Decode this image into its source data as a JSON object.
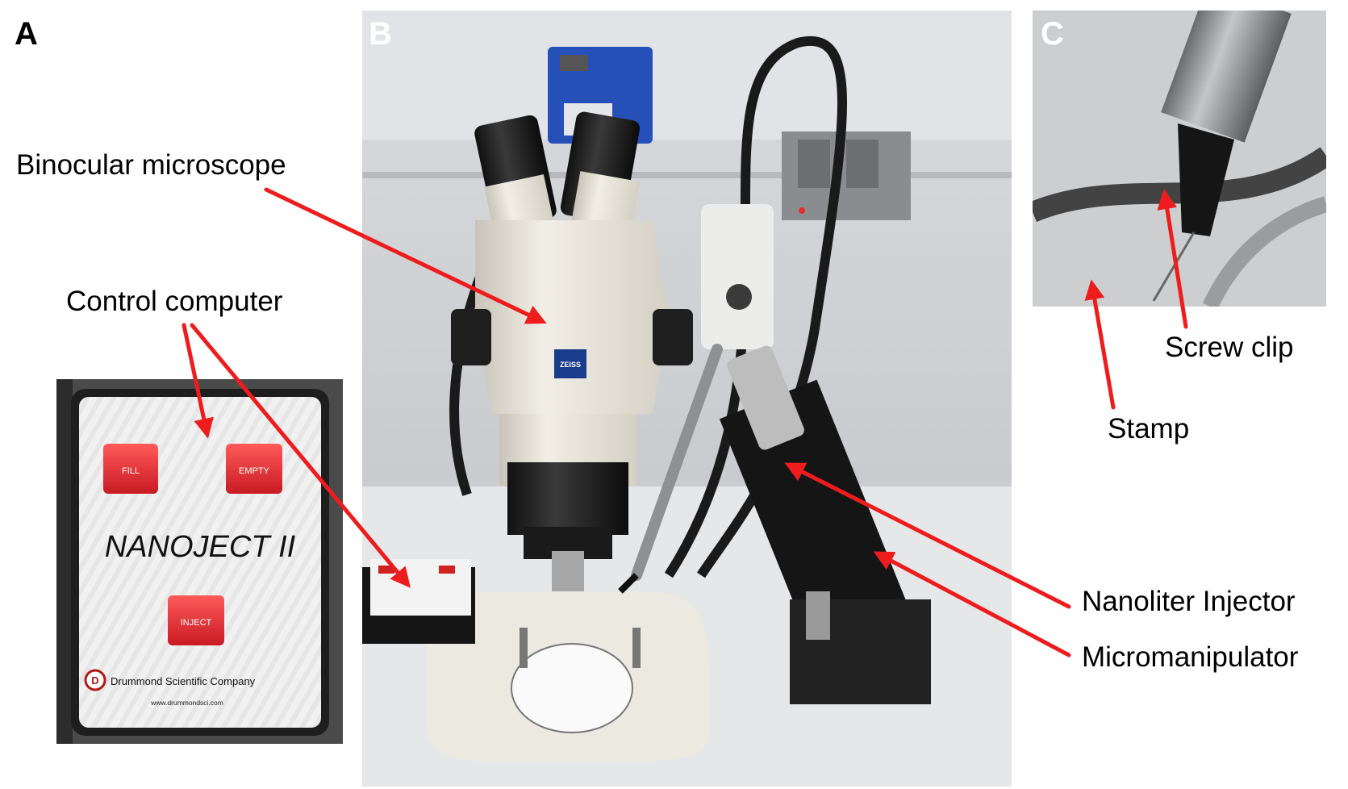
{
  "panels": {
    "a": {
      "letter": "A"
    },
    "b": {
      "letter": "B"
    },
    "c": {
      "letter": "C"
    }
  },
  "labels": {
    "binocular_microscope": "Binocular microscope",
    "control_computer": "Control computer",
    "nanoliter_injector": "Nanoliter Injector",
    "micromanipulator": "Micromanipulator",
    "screw_clip": "Screw clip",
    "stamp": "Stamp"
  },
  "device": {
    "brand_title": "NANOJECT II",
    "fill_button": "FILL",
    "empty_button": "EMPTY",
    "inject_button": "INJECT",
    "company": "Drummond Scientific Company",
    "website": "www.drummondsci.com",
    "logo_letter": "D"
  },
  "microscope": {
    "brand": "ZEISS"
  },
  "colors": {
    "arrow": "#ee1c1c",
    "button_red": "#e0202a",
    "zeiss_blue": "#1a3c8c"
  }
}
